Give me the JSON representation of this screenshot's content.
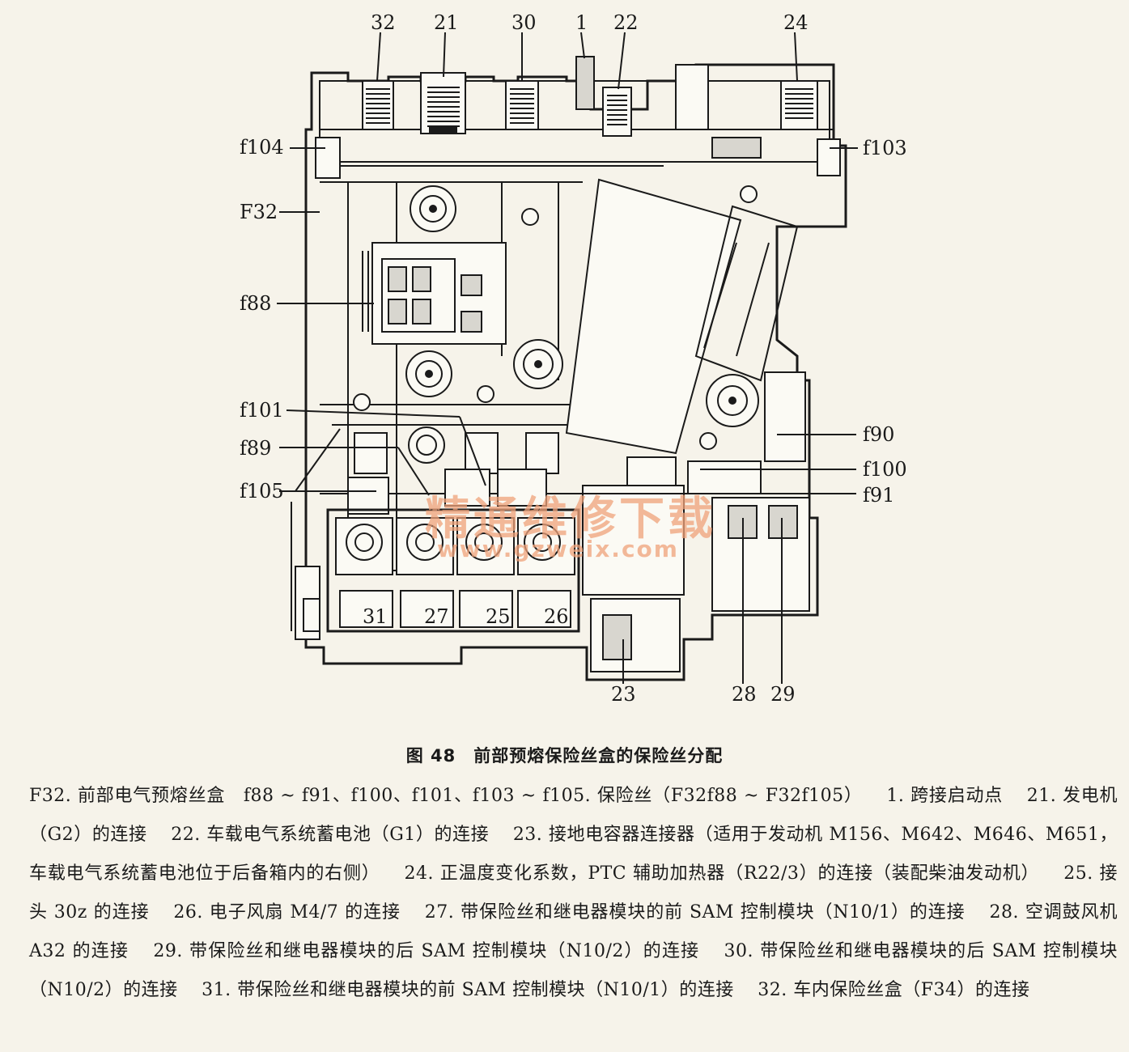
{
  "figure": {
    "top_labels": [
      "32",
      "21",
      "30",
      "1",
      "22",
      "24"
    ],
    "left_labels": [
      "f104",
      "F32",
      "f88",
      "f101",
      "f89",
      "f105"
    ],
    "right_labels": [
      "f103",
      "f90",
      "f100",
      "f91"
    ],
    "bottom_labels": [
      "23",
      "28",
      "29"
    ],
    "connector_labels": [
      "31",
      "27",
      "25",
      "26"
    ],
    "watermark_cn": "精通维修下载",
    "watermark_url": "www.gzweix.com"
  },
  "caption": "图 48　前部预熔保险丝盒的保险丝分配",
  "legend": [
    "F32. 前部电气预熔丝盒　f88 ~ f91、f100、f101、f103 ~ f105. 保险丝（F32f88 ~ F32f105）",
    "1. 跨接启动点",
    "21. 发电机（G2）的连接",
    "22. 车载电气系统蓄电池（G1）的连接",
    "23. 接地电容器连接器（适用于发动机 M156、M642、M646、M651，车载电气系统蓄电池位于后备箱内的右侧）",
    "24. 正温度变化系数，PTC 辅助加热器（R22/3）的连接（装配柴油发动机）",
    "25. 接头 30z 的连接",
    "26. 电子风扇 M4/7 的连接",
    "27. 带保险丝和继电器模块的前 SAM 控制模块（N10/1）的连接",
    "28. 空调鼓风机 A32 的连接",
    "29. 带保险丝和继电器模块的后 SAM 控制模块（N10/2）的连接",
    "30. 带保险丝和继电器模块的后 SAM 控制模块（N10/2）的连接",
    "31. 带保险丝和继电器模块的前 SAM 控制模块（N10/1）的连接",
    "32. 车内保险丝盒（F34）的连接"
  ]
}
